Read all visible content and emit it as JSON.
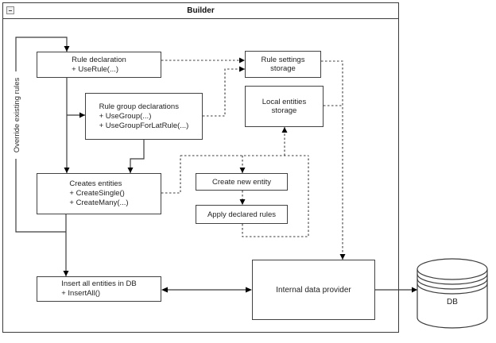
{
  "window": {
    "title": "Builder"
  },
  "nodes": {
    "rule_declaration": {
      "title": "Rule declaration",
      "methods": [
        "+ UseRule(...)"
      ]
    },
    "rule_group_declarations": {
      "title": "Rule group declarations",
      "methods": [
        "+ UseGroup(...)",
        "+ UseGroupForLatRule(...)"
      ]
    },
    "creates_entities": {
      "title": "Creates entities",
      "methods": [
        "+ CreateSingle()",
        "+ CreateMany(...)"
      ]
    },
    "rule_settings_storage": {
      "label": "Rule settings storage"
    },
    "local_entities_storage": {
      "label": "Local entities storage"
    },
    "create_new_entity": {
      "label": "Create new entity"
    },
    "apply_declared_rules": {
      "label": "Apply declared rules"
    },
    "insert_all_entities": {
      "title": "Insert all entities in DB",
      "methods": [
        "+ InsertAll()"
      ]
    },
    "internal_data_provider": {
      "label": "Internal data provider"
    },
    "db": {
      "label": "DB"
    }
  },
  "edges": {
    "override_label": "Override existing rules"
  },
  "colors": {
    "line": "#3c3c3c",
    "box_border": "#424242",
    "background": "#ffffff"
  }
}
